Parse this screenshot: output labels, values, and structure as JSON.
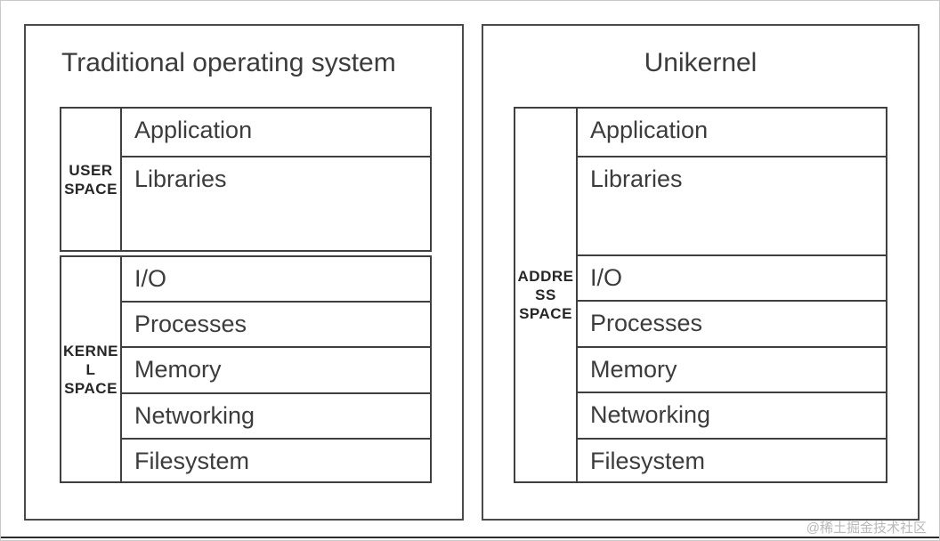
{
  "diagram": {
    "watermark": "@稀土掘金技术社区",
    "panels": [
      {
        "id": "traditional",
        "title": "Traditional operating system",
        "groups": [
          {
            "id": "user-space",
            "side_label": "USER\nSPACE",
            "rows": [
              {
                "label": "Application"
              },
              {
                "label": "Libraries"
              }
            ]
          },
          {
            "id": "kernel-space",
            "side_label": "KERNEL\nSPACE",
            "rows": [
              {
                "label": "I/O"
              },
              {
                "label": "Processes"
              },
              {
                "label": "Memory"
              },
              {
                "label": "Networking"
              },
              {
                "label": "Filesystem"
              }
            ]
          }
        ]
      },
      {
        "id": "unikernel",
        "title": "Unikernel",
        "groups": [
          {
            "id": "address-space",
            "side_label": "ADDRESS\nSPACE",
            "rows": [
              {
                "label": "Application"
              },
              {
                "label": "Libraries"
              },
              {
                "label": "I/O"
              },
              {
                "label": "Processes"
              },
              {
                "label": "Memory"
              },
              {
                "label": "Networking"
              },
              {
                "label": "Filesystem"
              }
            ]
          }
        ]
      }
    ],
    "colors": {
      "border": "#3f3f3f",
      "panel_border": "#4a4a4a",
      "text": "#3c3c3c",
      "label_text": "#262626",
      "background": "#ffffff",
      "watermark": "#b8b8b8"
    }
  }
}
